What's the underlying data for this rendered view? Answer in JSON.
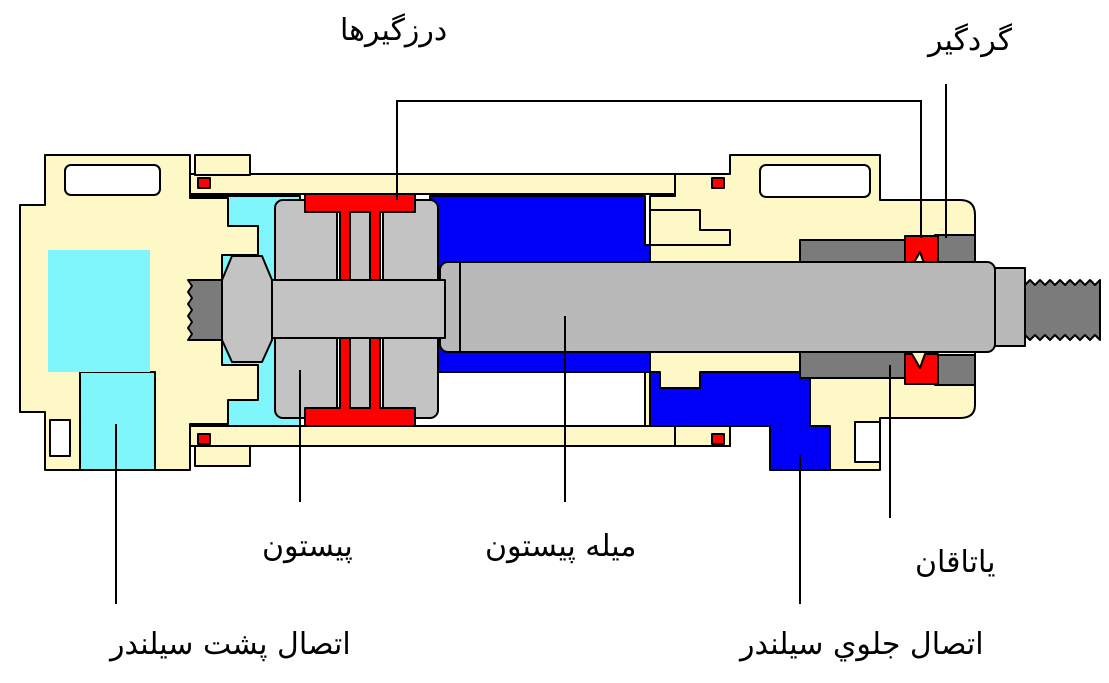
{
  "labels": {
    "seals": "درزگيرها",
    "wiper": "گردگير",
    "piston": "پيستون",
    "piston_rod": "ميله پيستون",
    "bearing": "ياتاقان",
    "rear_port": "اتصال پشت سيلندر",
    "front_port": "اتصال جلوي سيلندر"
  },
  "colors": {
    "end_cap": "#fdf8c5",
    "air_rear": "#7ff6fb",
    "air_front": "#0000fa",
    "piston_gray": "#c3c3c3",
    "rod_gray": "#b9b9b9",
    "bearing_dark": "#7b7b7b",
    "seal_red": "#ff0000",
    "outline": "#000000"
  }
}
